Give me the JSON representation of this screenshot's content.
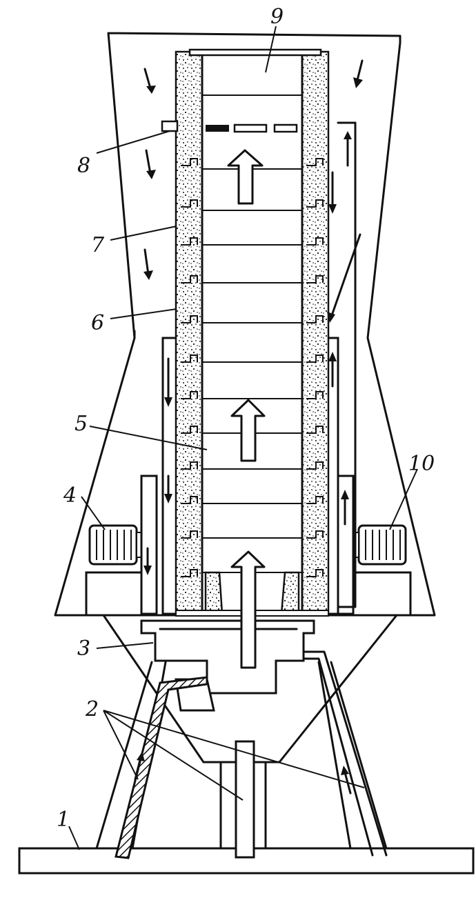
{
  "labels": {
    "l1": "1",
    "l2": "2",
    "l3": "3",
    "l4": "4",
    "l5": "5",
    "l6": "6",
    "l7": "7",
    "l8": "8",
    "l9": "9",
    "l10": "10"
  },
  "colors": {
    "ink": "#111111",
    "paper": "#ffffff"
  }
}
